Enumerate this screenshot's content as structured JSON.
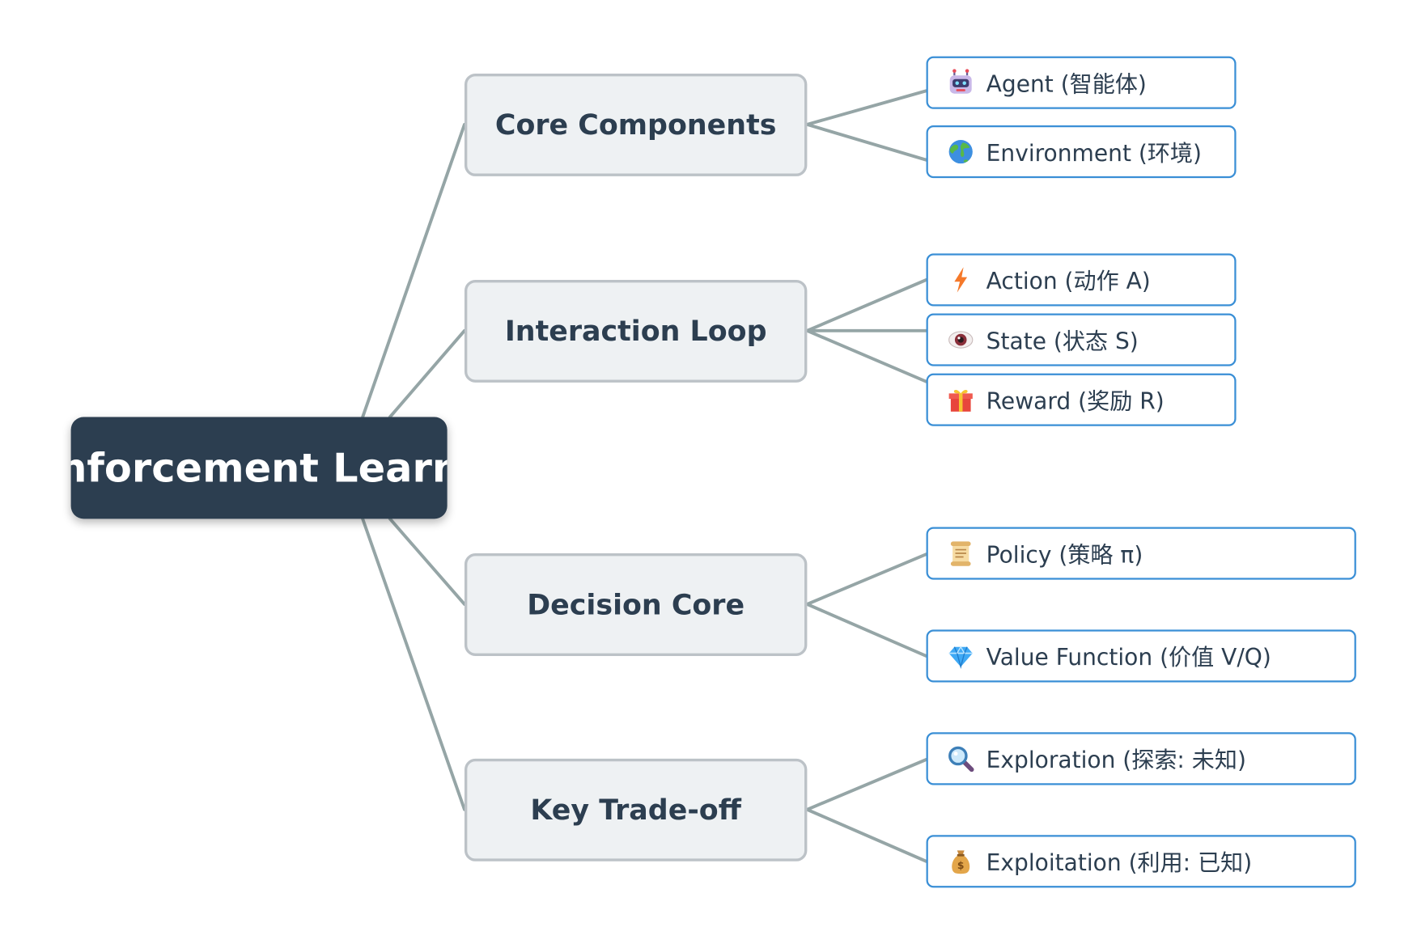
{
  "root": {
    "label": "Reinforcement Learning"
  },
  "categories": [
    {
      "label": "Core Components",
      "leaves": [
        {
          "label": "Agent (智能体)",
          "icon": "robot-icon"
        },
        {
          "label": "Environment (环境)",
          "icon": "globe-icon"
        }
      ]
    },
    {
      "label": "Interaction Loop",
      "leaves": [
        {
          "label": "Action (动作 A)",
          "icon": "lightning-icon"
        },
        {
          "label": "State (状态 S)",
          "icon": "eye-icon"
        },
        {
          "label": "Reward (奖励 R)",
          "icon": "gift-icon"
        }
      ]
    },
    {
      "label": "Decision Core",
      "leaves": [
        {
          "label": "Policy (策略 π)",
          "icon": "scroll-icon"
        },
        {
          "label": "Value Function (价值 V/Q)",
          "icon": "gem-icon"
        }
      ]
    },
    {
      "label": "Key Trade-off",
      "leaves": [
        {
          "label": "Exploration (探索: 未知)",
          "icon": "magnifier-icon"
        },
        {
          "label": "Exploitation (利用: 已知)",
          "icon": "money-bag-icon"
        }
      ]
    }
  ],
  "colors": {
    "root_fill": "#2c3e50",
    "root_text": "#ffffff",
    "category_fill": "#eef1f3",
    "category_border": "#bcc2c7",
    "leaf_border": "#3a8fd6",
    "connector": "#95a5a6",
    "text": "#2c3e50"
  }
}
